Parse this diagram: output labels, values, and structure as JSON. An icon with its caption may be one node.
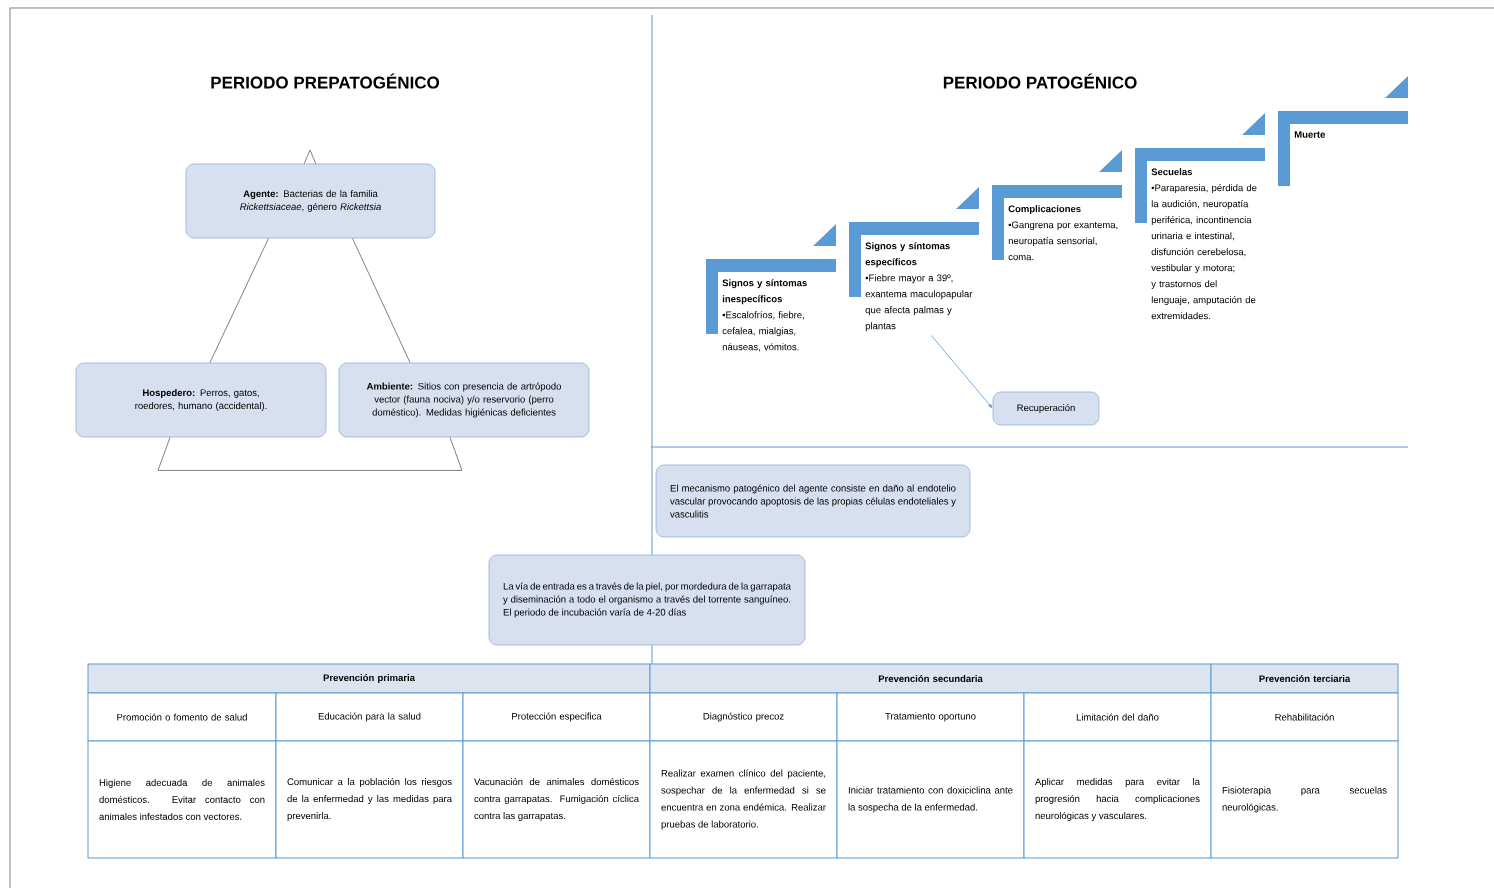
{
  "diagram": {
    "nodes": [
      {
        "text": [
          "**Agente:** Bacterias de la familia *Rickettsiaceae*, género *Rickettsia*"
        ]
      },
      {
        "text": [
          "**Hospedero:** Perros, gatos, roedores, humano (accidental)."
        ]
      },
      {
        "text": [
          "**Ambiente:** Sitios con presencia de artrópodo vector (fauna nociva) y/o reservorio (perro doméstico). Medidas higiénicas deficientes"
        ]
      },
      {
        "text": [
          "Signos y síntomas inespecíficos",
          "•Escalofríos, fiebre, cefalea, mialgias, náuseas, vómitos."
        ]
      },
      {
        "text": [
          "Signos y síntomas específicos",
          "•Fiebre mayor a 39º, exantema maculopapular que afecta palmas y plantas"
        ]
      },
      {
        "text": [
          "Complicaciones",
          "•Gangrena por exantema, neuropatía sensorial, coma."
        ]
      },
      {
        "text": [
          "Secuelas",
          "•Paraparesia, pérdida de la audición, neuropatía periférica, incontinencia urinaria e intestinal, disfunción cerebelosa, vestibular y motora; y trastornos del lenguaje, amputación de extremidades."
        ]
      },
      {
        "text": [
          "Muerte"
        ]
      },
      {
        "text": [
          "Recuperación"
        ]
      },
      {
        "text": [
          "El mecanismo patogénico del agente consiste en daño al endotelio vascular provocando apoptosis de las propias células endoteliales y vasculitis"
        ]
      },
      {
        "text": [
          "La vía de entrada es a través de la piel, por mordedura de la garrapata y diseminación a todo el organismo a través del torrente sanguíneo. El periodo de incubación varía de 4-20 días"
        ]
      }
    ],
    "edges": [
      {
        "from": 0,
        "to": 1,
        "arrow": "none"
      },
      {
        "from": 0,
        "to": 2,
        "arrow": "none"
      },
      {
        "from": 1,
        "to": 2,
        "arrow": "none"
      },
      {
        "from": 4,
        "to": 8,
        "arrow": "to",
        "color": "#5b9bd5"
      }
    ],
    "labels": [
      "PERIODO PREPATOGÉNICO",
      "PERIODO PATOGÉNICO",
      "Prevención primaria",
      "Prevención secundaria",
      "Prevención terciaria",
      "Promoción o fomento de salud",
      "Educación para la salud",
      "Protección especifica",
      "Diagnóstico precoz",
      "Tratamiento oportuno",
      "Limitación del daño",
      "Rehabilitación",
      "Higiene adecuada de animales domésticos. Evitar contacto con animales infestados con vectores.",
      "Comunicar a la población los riesgos de la enfermedad y las medidas para prevenirla.",
      "Vacunación de animales domésticos contra garrapatas. Fumigación cíclica contra las garrapatas.",
      "Realizar examen clínico del paciente, sospechar de la enfermedad si se encuentra en zona endémica. Realizar pruebas de laboratorio.",
      "Iniciar tratamiento con doxiciclina ante la sospecha de la enfermedad.",
      "Aplicar medidas para evitar la progresión hacia complicaciones neurológicas y vasculares.",
      "Fisioterapia para secuelas neurológicas."
    ]
  }
}
